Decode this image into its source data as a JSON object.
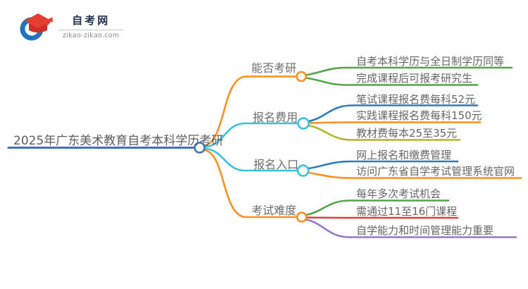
{
  "logo": {
    "title": "自考网",
    "domain": "zikao-zikao.com",
    "colors": {
      "blue": "#2273BA",
      "red": "#E43D31",
      "dark_red": "#D02F26"
    }
  },
  "mindmap": {
    "root": {
      "label": "2025年广东美术教育自考本科学历考研",
      "color": "#3E74B8"
    },
    "branches": [
      {
        "label": "能否考研",
        "color": "#FF8F1F",
        "children": [
          {
            "label": "自考本科学历与全日制学历同等",
            "color": "#53A648"
          },
          {
            "label": "完成课程后可报考研究生",
            "color": "#53A648"
          }
        ]
      },
      {
        "label": "报名费用",
        "color": "#35C4DC",
        "children": [
          {
            "label": "笔试课程报名费每科52元",
            "color": "#2D7DBE"
          },
          {
            "label": "实践课程报名费每科150元",
            "color": "#FF8F1F"
          },
          {
            "label": "教材费每本25至35元",
            "color": "#B5B42F"
          }
        ]
      },
      {
        "label": "报名入口",
        "color": "#35C4DC",
        "children": [
          {
            "label": "网上报名和缴费管理",
            "color": "#2D7DBE"
          },
          {
            "label": "访问广东省自学考试管理系统官网",
            "color": "#FF8F1F"
          }
        ]
      },
      {
        "label": "考试难度",
        "color": "#FF8F1F",
        "children": [
          {
            "label": "每年多次考试机会",
            "color": "#53A648"
          },
          {
            "label": "需通过11至16门课程",
            "color": "#E23C3C"
          },
          {
            "label": "自学能力和时间管理能力重要",
            "color": "#9878CE"
          }
        ]
      }
    ]
  }
}
